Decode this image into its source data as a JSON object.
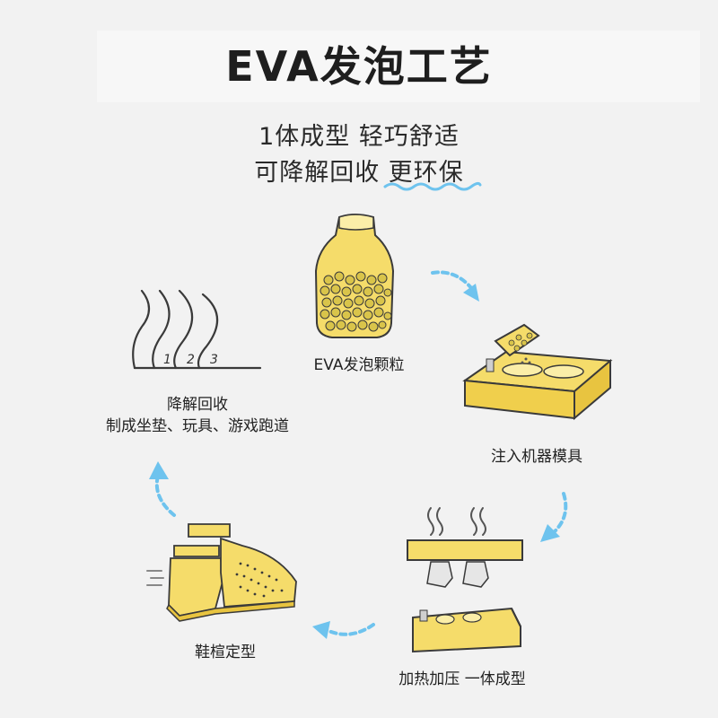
{
  "title": "EVA发泡工艺",
  "subtitle": {
    "line1": "1体成型  轻巧舒适",
    "line2_prefix": "可降解回收 ",
    "line2_highlight": "更环保"
  },
  "steps": [
    {
      "label": "EVA发泡颗粒",
      "icon": "jar-of-pellets-icon"
    },
    {
      "label": "注入机器模具",
      "icon": "mold-injection-icon"
    },
    {
      "label": "加热加压 一体成型",
      "icon": "heat-press-icon"
    },
    {
      "label": "鞋楦定型",
      "icon": "shoe-last-icon"
    }
  ],
  "recycle": {
    "title": "降解回收",
    "detail": "制成坐垫、玩具、游戏跑道",
    "track_numbers": [
      "1",
      "2",
      "3"
    ],
    "icon": "running-track-icon"
  },
  "colors": {
    "background": "#f2f2f2",
    "accent_yellow": "#f5dc6a",
    "arrow_blue": "#6ec3ee",
    "outline": "#3a3a3a"
  }
}
